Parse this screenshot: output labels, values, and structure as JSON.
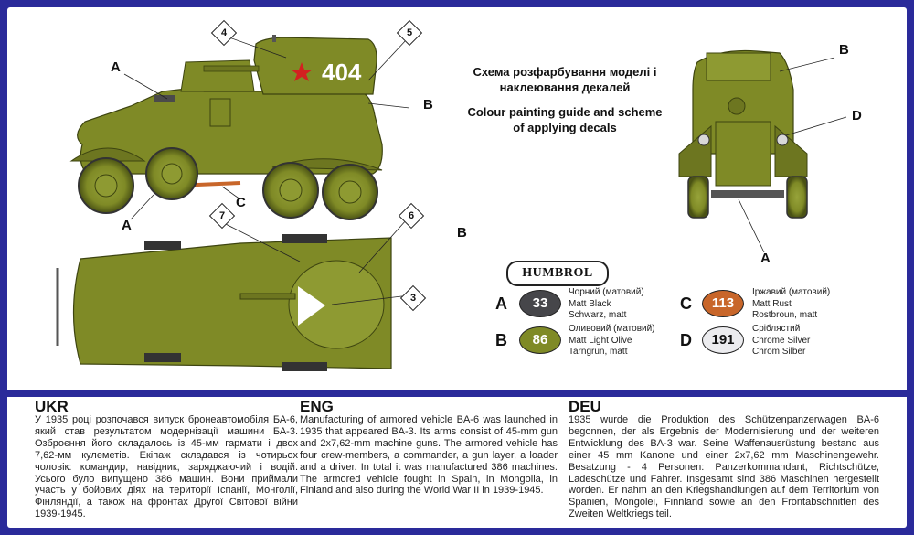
{
  "headings": {
    "ukr_title": "Схема розфарбування моделі і наклеювання декалей",
    "eng_title": "Colour painting guide and scheme of applying decals"
  },
  "decal": {
    "turret_number": "404"
  },
  "callouts": {
    "A": "A",
    "B": "B",
    "C": "C",
    "D": "D",
    "n3": "3",
    "n4": "4",
    "n5": "5",
    "n6": "6",
    "n7": "7"
  },
  "humbrol": "HUMBROL",
  "paints": [
    {
      "letter": "A",
      "code": "33",
      "color": "#46464a",
      "text_color": "#ffffff",
      "lines": [
        "Чорний (матовий)",
        "Matt Black",
        "Schwarz, matt"
      ]
    },
    {
      "letter": "B",
      "code": "86",
      "color": "#7f8a26",
      "text_color": "#ffffff",
      "lines": [
        "Оливовий (матовий)",
        "Matt Light Olive",
        "Tarngrün, matt"
      ]
    },
    {
      "letter": "C",
      "code": "113",
      "color": "#c8662a",
      "text_color": "#ffffff",
      "lines": [
        "Іржавий (матовий)",
        "Matt Rust",
        "Rostbroun, matt"
      ]
    },
    {
      "letter": "D",
      "code": "191",
      "color": "#ececef",
      "text_color": "#111111",
      "lines": [
        "Сріблястий",
        "Chrome Silver",
        "Chrom Silber"
      ]
    }
  ],
  "texts": {
    "ukr": {
      "title": "UKR",
      "body": "У 1935 році розпочався випуск бронеавтомобіля БА-6, який став результатом модернізації машини БА-3. Озброєння його складалось із 45-мм гармати і двох 7,62-мм кулеметів. Екіпаж складався із чотирьох чоловік: командир, навідник, заряджаючий і водій. Усього було випущено 386 машин. Вони приймали участь у бойових діях на території Іспанії, Монголії, Фінляндії, а також на фронтах Другої Світової війни 1939-1945."
    },
    "eng": {
      "title": "ENG",
      "body": "Manufacturing of armored vehicle BA-6 was launched in 1935 that appeared BA-3. Its arms consist of 45-mm gun and 2x7,62-mm machine guns. The armored vehicle has four crew-members, a commander, a gun layer, a loader and a driver. In total it was manufactured 386 machines. The armored vehicle fought in Spain, in Mongolia, in Finland and also during the World War II in 1939-1945."
    },
    "deu": {
      "title": "DEU",
      "body": "1935 wurde die Produktion des Schützenpanzerwagen BA-6 begonnen, der als Ergebnis der Modernisierung und der weiteren Entwicklung des BA-3 war. Seine Waffenausrüstung bestand aus einer 45 mm Kanone und einer 2x7,62 mm Maschinengewehr. Besatzung - 4 Personen: Panzerkommandant, Richtschütze, Ladeschütze und Fahrer. Insgesamt sind 386 Maschinen hergestellt worden. Er nahm an den Kriegshandlungen auf dem Territorium von Spanien, Mongolei, Finnland sowie an den Frontabschnitten des Zweiten Weltkriegs teil."
    }
  },
  "colors": {
    "olive": "#7f8a26",
    "olive_dark": "#5c661a",
    "olive_light": "#97a33a",
    "frame_blue": "#2a2a9a",
    "star_red": "#d42020"
  }
}
